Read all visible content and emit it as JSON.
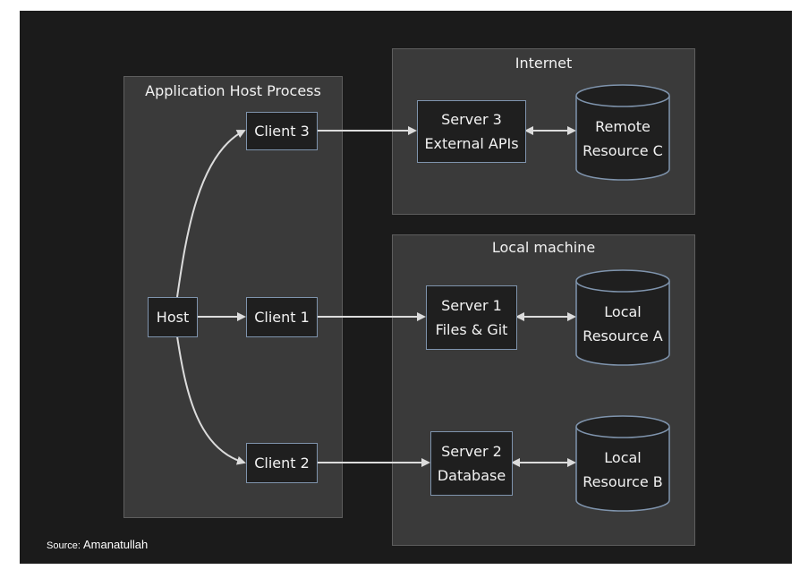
{
  "groups": {
    "app_host": "Application Host Process",
    "internet": "Internet",
    "local": "Local machine"
  },
  "nodes": {
    "host": [
      "Host"
    ],
    "client1": [
      "Client 1"
    ],
    "client2": [
      "Client 2"
    ],
    "client3": [
      "Client 3"
    ],
    "server1": [
      "Server 1",
      "Files & Git"
    ],
    "server2": [
      "Server 2",
      "Database"
    ],
    "server3": [
      "Server 3",
      "External APIs"
    ]
  },
  "resources": {
    "local_a": [
      "Local",
      "Resource A"
    ],
    "local_b": [
      "Local",
      "Resource B"
    ],
    "remote_c": [
      "Remote",
      "Resource C"
    ]
  },
  "edges": [
    {
      "from": "host",
      "to": "client1",
      "type": "arrow"
    },
    {
      "from": "host",
      "to": "client2",
      "type": "arrow"
    },
    {
      "from": "host",
      "to": "client3",
      "type": "arrow"
    },
    {
      "from": "client1",
      "to": "server1",
      "type": "arrow"
    },
    {
      "from": "client2",
      "to": "server2",
      "type": "arrow"
    },
    {
      "from": "client3",
      "to": "server3",
      "type": "arrow"
    },
    {
      "from": "server1",
      "to": "local_a",
      "type": "bidirectional"
    },
    {
      "from": "server2",
      "to": "local_b",
      "type": "bidirectional"
    },
    {
      "from": "server3",
      "to": "remote_c",
      "type": "bidirectional"
    }
  ],
  "source": {
    "label": "Source:",
    "author": "Amanatullah"
  },
  "colors": {
    "background": "#1b1b1b",
    "group_fill": "#3a3a3a",
    "node_border": "#7f94ad",
    "edge": "#dcdcdc"
  }
}
